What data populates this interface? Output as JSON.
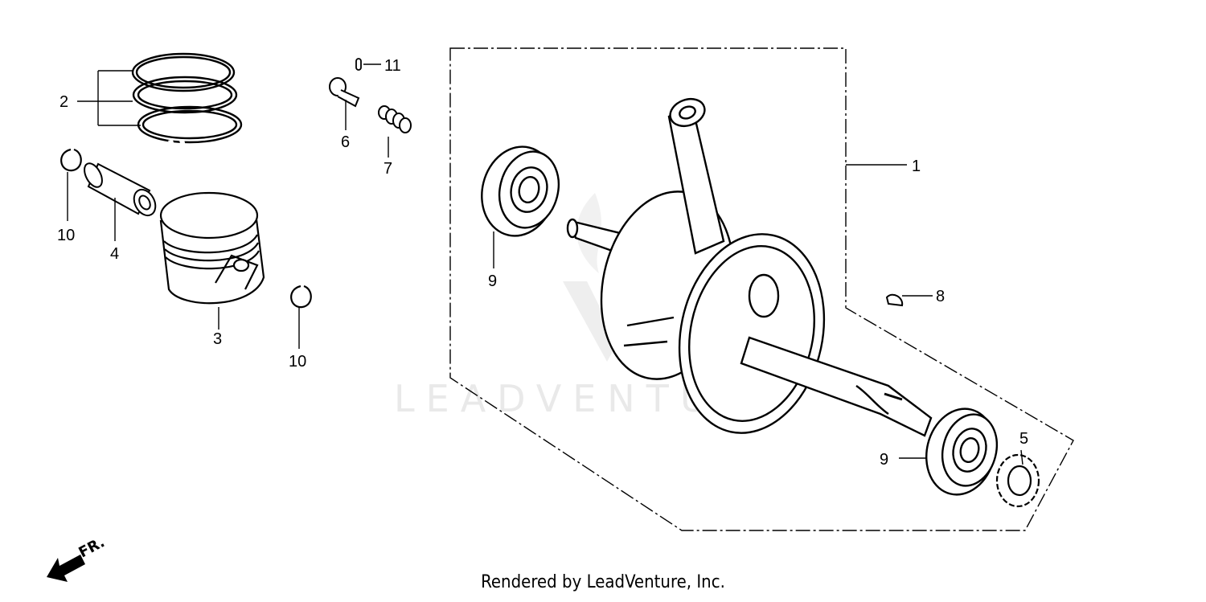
{
  "watermark_text": "LEADVENTURE",
  "callouts": {
    "c1": "1",
    "c2": "2",
    "c3": "3",
    "c4": "4",
    "c5": "5",
    "c6": "6",
    "c7": "7",
    "c8": "8",
    "c9a": "9",
    "c9b": "9",
    "c10a": "10",
    "c10b": "10",
    "c11": "11"
  },
  "direction_label": "FR.",
  "footer_text": "Rendered by LeadVenture, Inc."
}
